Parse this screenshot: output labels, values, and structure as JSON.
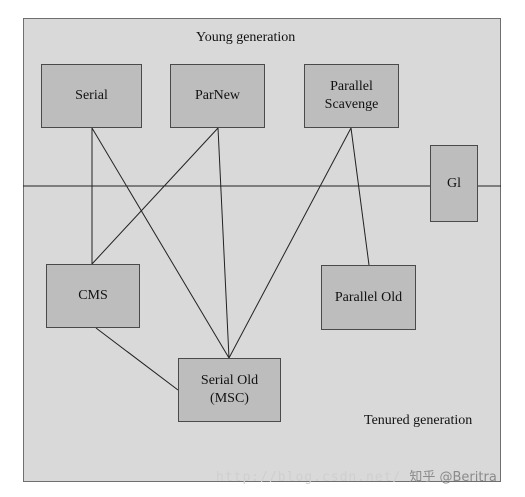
{
  "regions": {
    "young": "Young generation",
    "tenured": "Tenured generation"
  },
  "collectors": {
    "serial": "Serial",
    "parnew": "ParNew",
    "parallel_scavenge": [
      "Parallel",
      "Scavenge"
    ],
    "g1": "Gl",
    "cms": "CMS",
    "parallel_old": "Parallel Old",
    "serial_old": [
      "Serial Old",
      "(MSC)"
    ]
  },
  "compatibility": [
    [
      "serial",
      "cms"
    ],
    [
      "serial",
      "serial_old"
    ],
    [
      "parnew",
      "cms"
    ],
    [
      "parnew",
      "serial_old"
    ],
    [
      "parallel_scavenge",
      "serial_old"
    ],
    [
      "parallel_scavenge",
      "parallel_old"
    ],
    [
      "cms",
      "serial_old"
    ]
  ],
  "watermark": {
    "url": "http://blog.csdn.net/",
    "brand": "知乎 @Beritra"
  },
  "colors": {
    "panel": "#d9d9d9",
    "box": "#bdbdbd",
    "line": "#222222"
  }
}
